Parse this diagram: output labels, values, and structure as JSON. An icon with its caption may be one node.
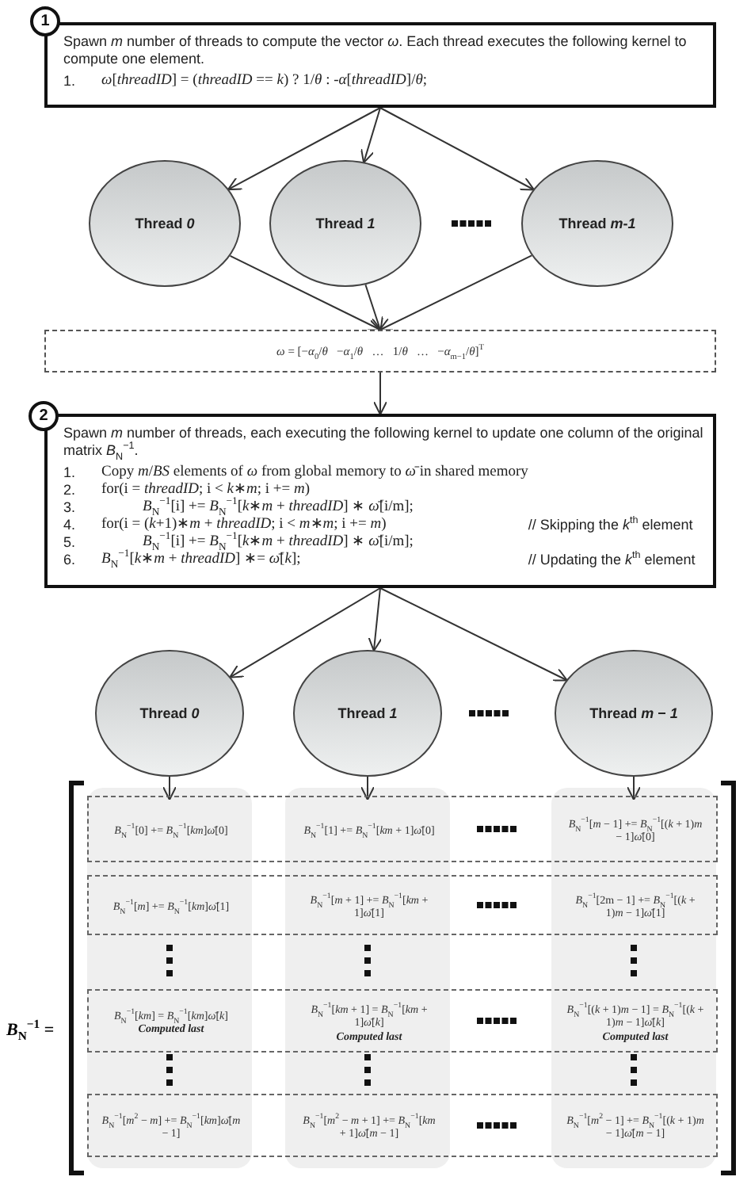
{
  "diagram": {
    "nodes": [
      {
        "text": [
          "1"
        ]
      },
      {
        "text": [
          "Spawn *m* number of threads to compute the vector *ω*. Each thread executes the following kernel to compute one element.",
          "1.",
          "*ω*[*threadID*] = (*threadID* == *k*) ? 1/*θ* : -*α*[*threadID*]/*θ*;"
        ]
      },
      {
        "text": [
          "Thread *0*"
        ]
      },
      {
        "text": [
          "Thread *1*"
        ]
      },
      {
        "text": [
          "Thread *m*-*1*"
        ]
      },
      {
        "text": [
          "*ω* = [−*α*$_{0}$/*θ*   −*α*$_{1}$/*θ*   …   1/*θ*   …   −*α*$_{m−1}$/*θ*]$^{T}$"
        ]
      },
      {
        "text": [
          "2"
        ]
      },
      {
        "text": [
          "Spawn *m* number of threads, each executing the following kernel to update one column of the original matrix *B*$_{N}$$^{−1}$.",
          "1.",
          "Copy *m*/*BS* elements of *ω* from global memory to *ω̄* in shared memory",
          "2.",
          "for(i = *threadID*; i < *k*∗*m*; i += *m*)",
          "3.",
          "*B*$_{N}$$^{−1}$[i] += *B*$_{N}$$^{−1}$[*k*∗*m* + *threadID*] ∗ *ω̄*[i/m];",
          "4.",
          "for(i = (*k*+1)∗*m* + *threadID*; i < *m*∗*m*; i += *m*)",
          "// Skipping the *k*$^{th}$ element",
          "5.",
          "*B*$_{N}$$^{−1}$[i] += *B*$_{N}$$^{−1}$[*k*∗*m* + *threadID*] ∗ *ω̄*[i/m];",
          "6.",
          "*B*$_{N}$$^{−1}$[*k*∗*m* + *threadID*] ∗= *ω̄*[*k*];",
          "// Updating the *k*$^{th}$ element"
        ]
      },
      {
        "text": [
          "Thread *0*"
        ]
      },
      {
        "text": [
          "Thread *1*"
        ]
      },
      {
        "text": [
          "Thread *m* − *1*"
        ]
      },
      {
        "text": [],
        "shape": "box"
      },
      {
        "text": [
          "*B*$_{N}$$^{−1}$[0] += *B*$_{N}$$^{−1}$[*km*]*ω̄*[0]"
        ],
        "in": 11
      },
      {
        "text": [
          "*B*$_{N}$$^{−1}$[1] += *B*$_{N}$$^{−1}$[*km* + 1]*ω̄*[0]"
        ],
        "in": 11
      },
      {
        "text": [
          "*B*$_{N}$$^{−1}$[*m* − 1] += *B*$_{N}$$^{−1}$[(*k* + 1)*m* − 1]*ω̄*[0]"
        ],
        "in": 11
      },
      {
        "text": [],
        "shape": "box"
      },
      {
        "text": [
          "*B*$_{N}$$^{−1}$[*m*] += *B*$_{N}$$^{−1}$[*km*]*ω̄*[1]"
        ],
        "in": 15
      },
      {
        "text": [
          "*B*$_{N}$$^{−1}$[*m* + 1] += *B*$_{N}$$^{−1}$[*km* + 1]*ω̄*[1]"
        ],
        "in": 15
      },
      {
        "text": [
          "*B*$_{N}$$^{−1}$[2m − 1] += *B*$_{N}$$^{−1}$[(*k* + 1)*m* − 1]*ω̄*[1]"
        ],
        "in": 15
      },
      {
        "text": [],
        "shape": "box"
      },
      {
        "text": [
          "*B*$_{N}$$^{−1}$[*km*] = *B*$_{N}$$^{−1}$[*km*]*ω̄*[*k*]",
          "Computed last"
        ],
        "in": 19
      },
      {
        "text": [
          "*B*$_{N}$$^{−1}$[*km* + 1] = *B*$_{N}$$^{−1}$[*km* + 1]*ω̄*[*k*]",
          "Computed last"
        ],
        "in": 19
      },
      {
        "text": [
          "*B*$_{N}$$^{−1}$[(*k* + 1)*m* − 1] = *B*$_{N}$$^{−1}$[(*k* + 1)*m* − 1]*ω̄*[*k*]",
          "Computed last"
        ],
        "in": 19
      },
      {
        "text": [],
        "shape": "box"
      },
      {
        "text": [
          "*B*$_{N}$$^{−1}$[*m*$^{2}$ − *m*] += *B*$_{N}$$^{−1}$[*km*]*ω̄*[*m* − 1]"
        ],
        "in": 23
      },
      {
        "text": [
          "*B*$_{N}$$^{−1}$[*m*$^{2}$ − *m* + 1] += *B*$_{N}$$^{−1}$[*km* + 1]*ω̄*[*m* − 1]"
        ],
        "in": 23
      },
      {
        "text": [
          "*B*$_{N}$$^{−1}$[*m*$^{2}$ − 1] += *B*$_{N}$$^{−1}$[(*k* + 1)*m* − 1]*ω̄*[*m* − 1]"
        ],
        "in": 23
      }
    ],
    "edges": [
      {
        "from": 1,
        "to": 2,
        "arrow": "to"
      },
      {
        "from": 1,
        "to": 3,
        "arrow": "to"
      },
      {
        "from": 1,
        "to": 4,
        "arrow": "to"
      },
      {
        "from": 2,
        "to": 5,
        "arrow": "to"
      },
      {
        "from": 3,
        "to": 5,
        "arrow": "to"
      },
      {
        "from": 4,
        "to": 5,
        "arrow": "to"
      },
      {
        "from": 5,
        "to": 7,
        "arrow": "to"
      },
      {
        "from": 7,
        "to": 8,
        "arrow": "to"
      },
      {
        "from": 7,
        "to": 9,
        "arrow": "to"
      },
      {
        "from": 7,
        "to": 10,
        "arrow": "to"
      },
      {
        "from": 8,
        "to": 12,
        "arrow": "to"
      },
      {
        "from": 9,
        "to": 13,
        "arrow": "to"
      },
      {
        "from": 10,
        "to": 14,
        "arrow": "to"
      }
    ],
    "labels": [
      "*B*$_{N}$$^{−1}$ ="
    ]
  }
}
